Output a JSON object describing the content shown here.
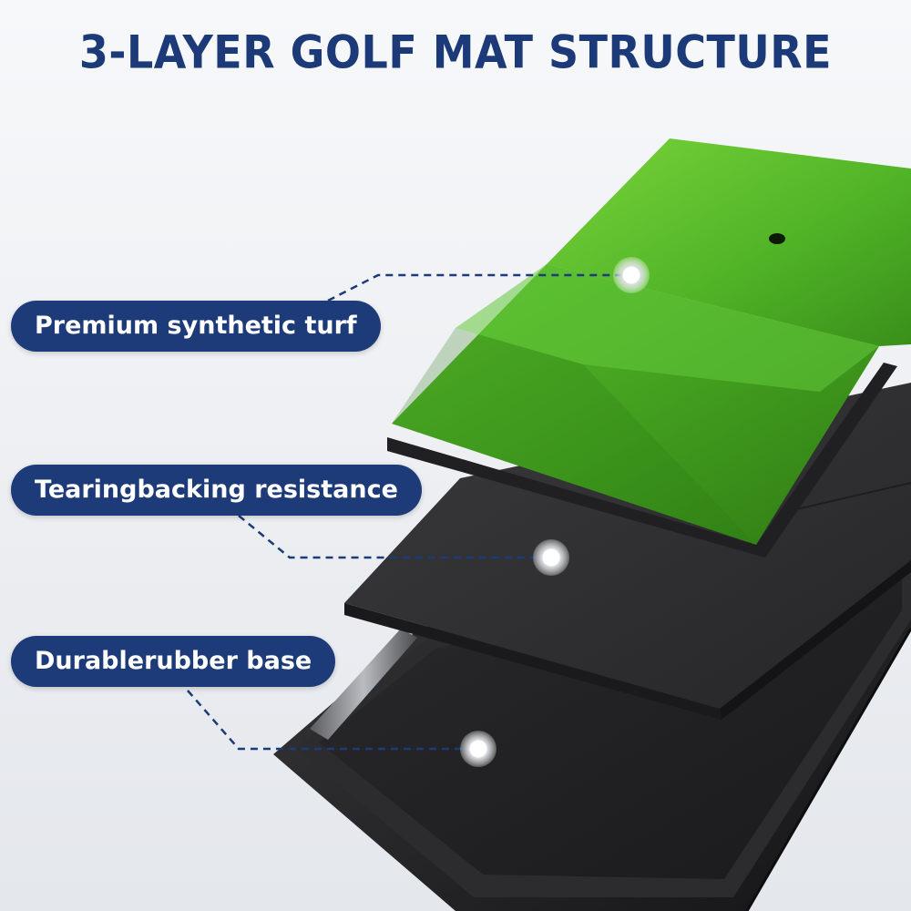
{
  "title": "3-LAYER GOLF MAT STRUCTURE",
  "labels": {
    "turf": "Premium synthetic turf",
    "backing": "Tearingbacking resistance",
    "base": "Durablerubber base"
  },
  "colors": {
    "title_text": "#1c3a78",
    "label_background": "#1d3b78",
    "label_text": "#ffffff",
    "connector_line": "#1d3b78",
    "turf_light": "#5fc22e",
    "turf_dark": "#3f8f1c",
    "foam_layer": "#2b2b2d",
    "rubber_base": "#1e1e20"
  },
  "illustration": {
    "layers": [
      "synthetic-turf-layer",
      "foam-backing-layer",
      "rubber-base-tray"
    ],
    "features": [
      "tee-hole"
    ]
  }
}
